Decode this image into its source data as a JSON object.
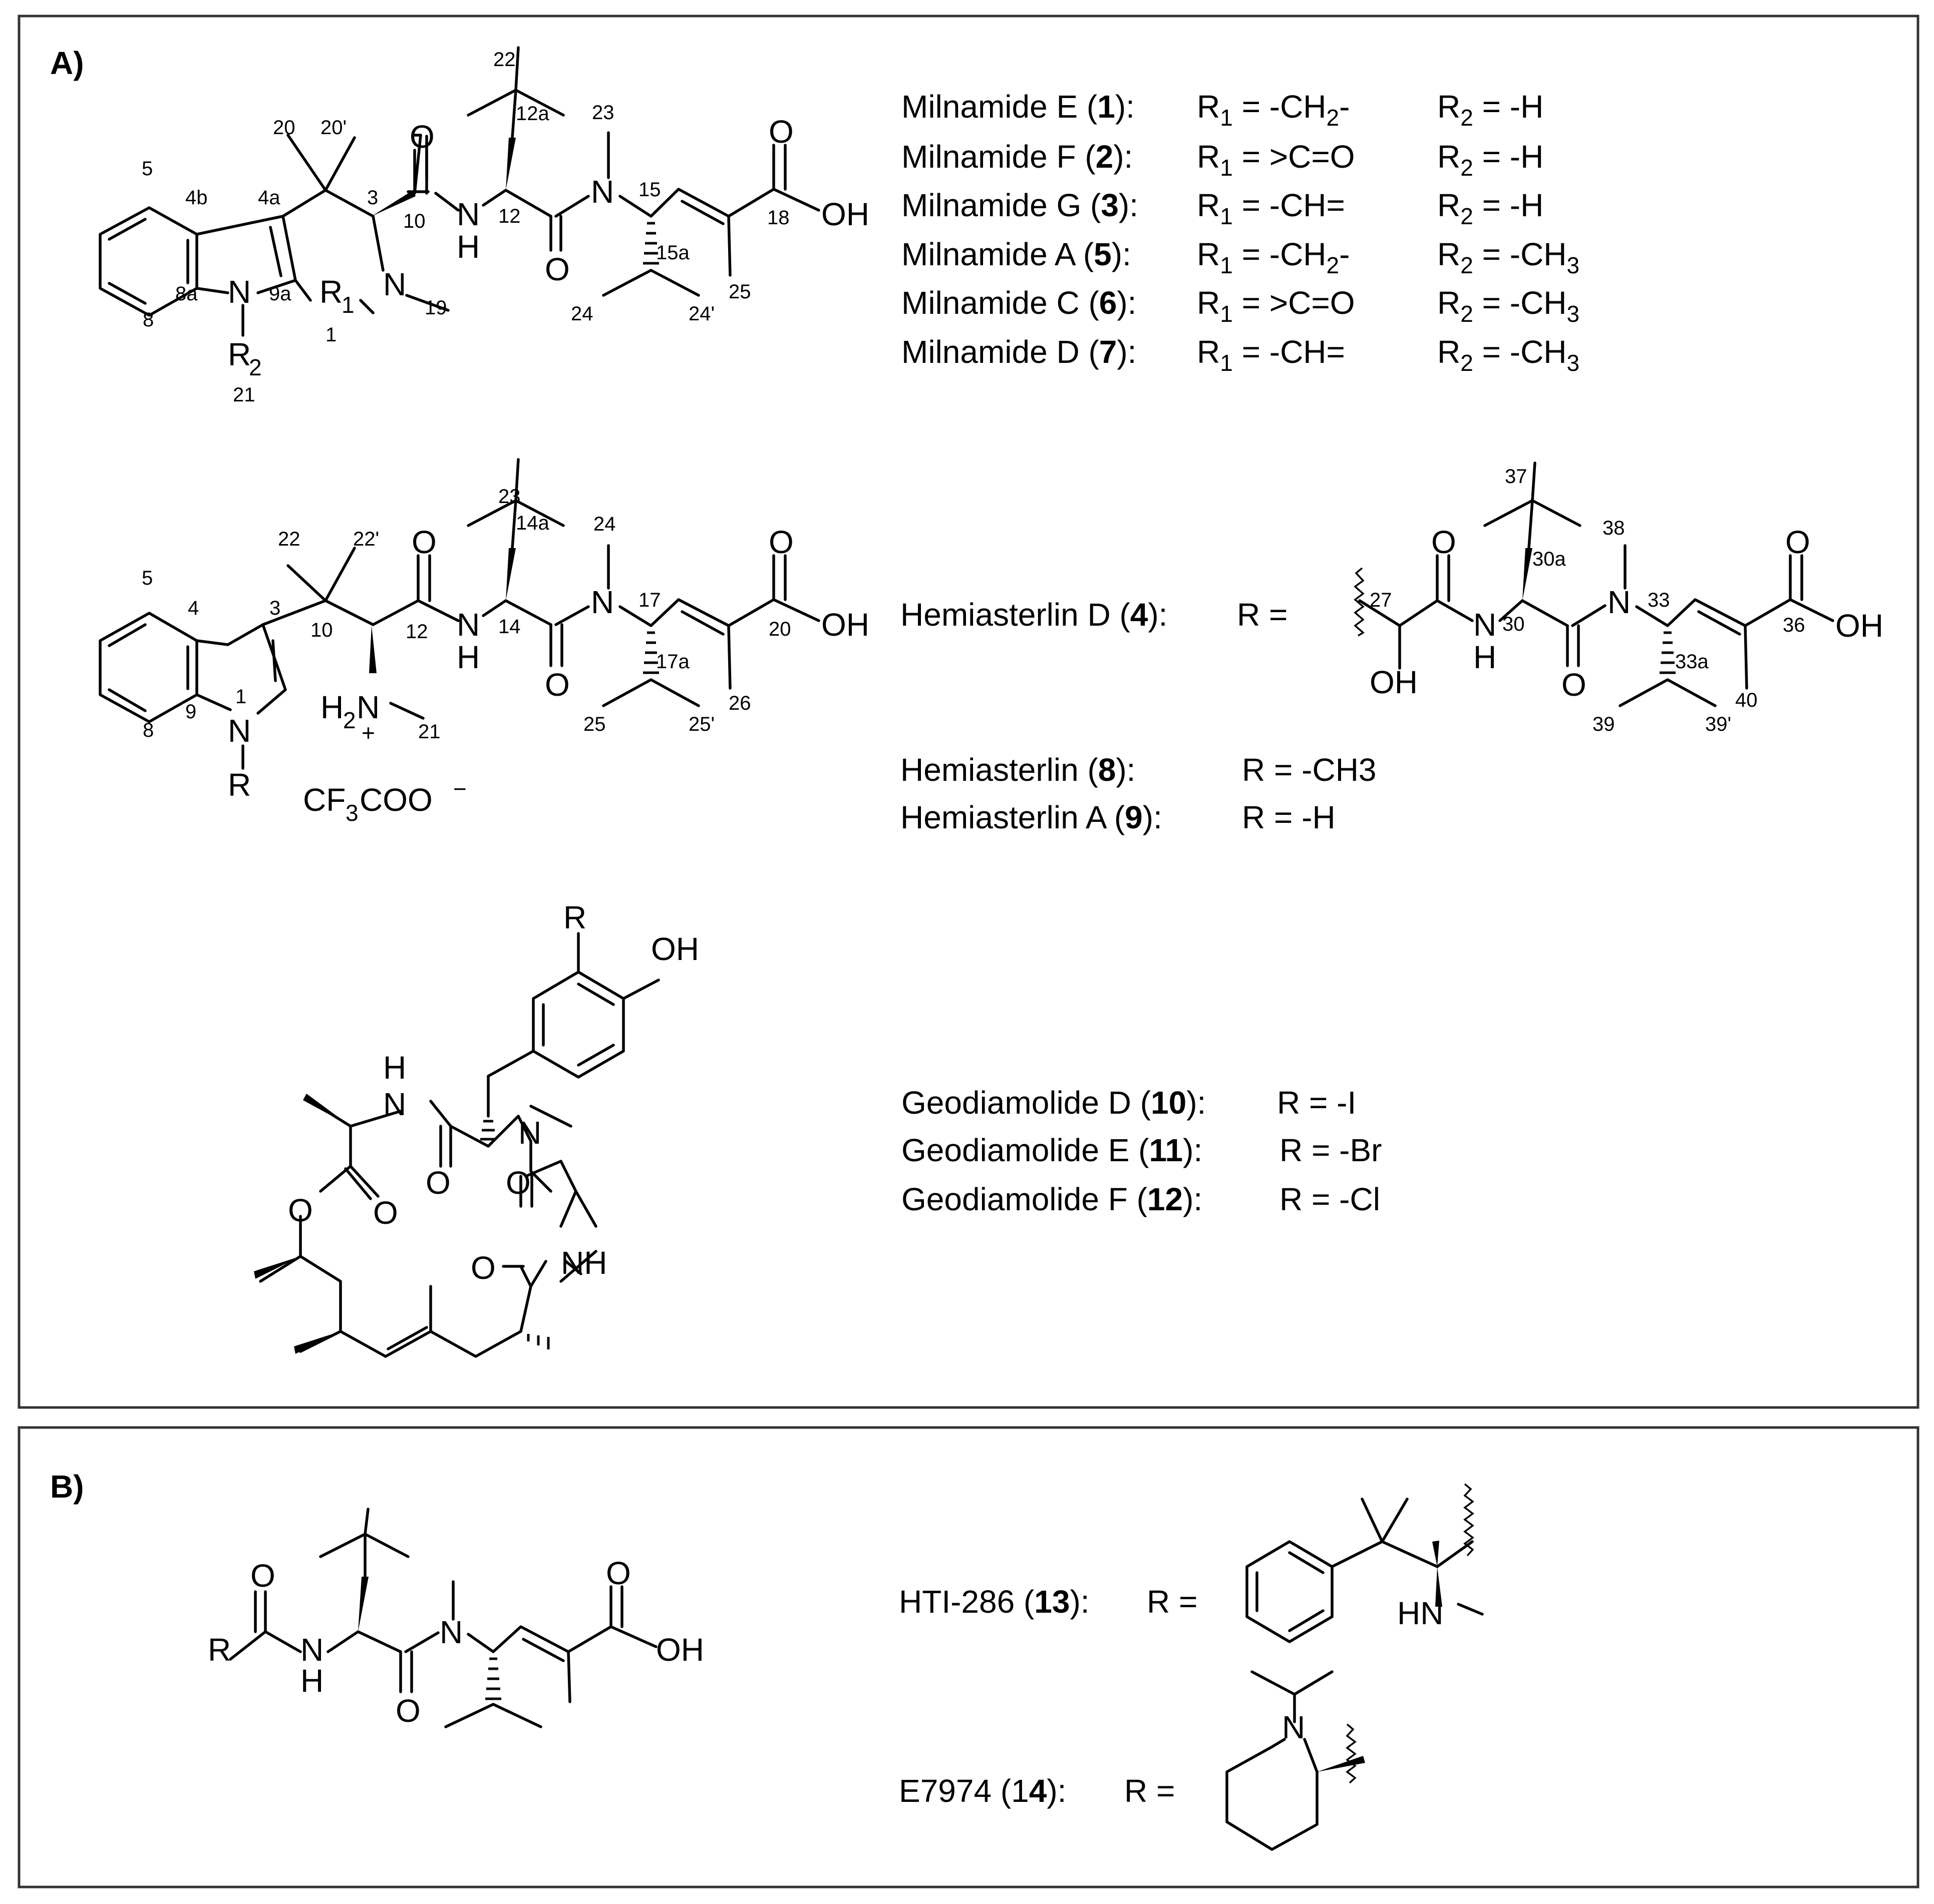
{
  "panel_a": {
    "label": "A)",
    "milnamide_core": {
      "atom_labels": {
        "N_indole": "N",
        "N_methyl": "N",
        "NH": "N",
        "NH_h": "H",
        "N_amide": "N",
        "O_amide1": "O",
        "O_amide2": "O",
        "O_acid": "O",
        "OH": "OH",
        "R1": "R",
        "R1_sub": "1",
        "R2": "R",
        "R2_sub": "2"
      },
      "numbering": [
        "5",
        "4b",
        "4a",
        "20",
        "20'",
        "3",
        "10",
        "22",
        "12a",
        "12",
        "23",
        "15",
        "18",
        "15a",
        "25",
        "24",
        "24'",
        "8a",
        "9a",
        "8",
        "1",
        "19",
        "21"
      ]
    },
    "milnamide_list": [
      {
        "name": "Milnamide E (",
        "num": "1",
        "tail": "):",
        "r1": "R",
        "r1_sub": "1",
        "r1_val": " = -CH",
        "r1_val_sub": "2",
        "r1_val_tail": "-",
        "r2": "R",
        "r2_sub": "2",
        "r2_val": " = -H",
        "r2_val_sub": "",
        "r2_val_tail": ""
      },
      {
        "name": "Milnamide F (",
        "num": "2",
        "tail": "):",
        "r1": "R",
        "r1_sub": "1",
        "r1_val": " = >C=O",
        "r1_val_sub": "",
        "r1_val_tail": "",
        "r2": "R",
        "r2_sub": "2",
        "r2_val": " = -H",
        "r2_val_sub": "",
        "r2_val_tail": ""
      },
      {
        "name": "Milnamide G (",
        "num": "3",
        "tail": "):",
        "r1": "R",
        "r1_sub": "1",
        "r1_val": " = -CH=",
        "r1_val_sub": "",
        "r1_val_tail": "",
        "r2": "R",
        "r2_sub": "2",
        "r2_val": " = -H",
        "r2_val_sub": "",
        "r2_val_tail": ""
      },
      {
        "name": "Milnamide A (",
        "num": "5",
        "tail": "):",
        "r1": "R",
        "r1_sub": "1",
        "r1_val": " = -CH",
        "r1_val_sub": "2",
        "r1_val_tail": "-",
        "r2": "R",
        "r2_sub": "2",
        "r2_val": " = -CH",
        "r2_val_sub": "3",
        "r2_val_tail": ""
      },
      {
        "name": "Milnamide C (",
        "num": "6",
        "tail": "):",
        "r1": "R",
        "r1_sub": "1",
        "r1_val": " = >C=O",
        "r1_val_sub": "",
        "r1_val_tail": "",
        "r2": "R",
        "r2_sub": "2",
        "r2_val": " = -CH",
        "r2_val_sub": "3",
        "r2_val_tail": ""
      },
      {
        "name": "Milnamide D (",
        "num": "7",
        "tail": "):",
        "r1": "R",
        "r1_sub": "1",
        "r1_val": " = -CH=",
        "r1_val_sub": "",
        "r1_val_tail": "",
        "r2": "R",
        "r2_sub": "2",
        "r2_val": " = -CH",
        "r2_val_sub": "3",
        "r2_val_tail": ""
      }
    ],
    "hemiasterlin_core": {
      "atom_labels": {
        "N_indole": "N",
        "R": "R",
        "H2N": "H",
        "H2N_sub": "2",
        "H2N_N": "N",
        "plus": "+",
        "NH": "N",
        "NH_h": "H",
        "N_amide": "N",
        "O_amide1": "O",
        "O_amide2": "O",
        "O_acid": "O",
        "OH": "OH"
      },
      "counterion": {
        "cf": "CF",
        "cf_sub": "3",
        "coo": "COO",
        "charge": "−"
      },
      "numbering": [
        "5",
        "4",
        "3",
        "22",
        "22'",
        "10",
        "12",
        "23",
        "14a",
        "14",
        "24",
        "17",
        "20",
        "17a",
        "26",
        "25",
        "25'",
        "1",
        "9",
        "8",
        "21"
      ]
    },
    "hemiasterlin_d": {
      "name": "Hemiasterlin D (",
      "num": "4",
      "tail": "):",
      "r_eq": "R =",
      "atom_labels": {
        "O1": "O",
        "OH": "OH",
        "NH": "N",
        "NH_h": "H",
        "O2": "O",
        "N": "N",
        "O_acid": "O",
        "OH_acid": "OH"
      },
      "numbering": [
        "37",
        "30a",
        "38",
        "27",
        "30",
        "33",
        "36",
        "33a",
        "40",
        "39",
        "39'"
      ]
    },
    "hemiasterlin_list": [
      {
        "name": "Hemiasterlin (",
        "num": "8",
        "tail": "):",
        "r_val": "R = -CH3"
      },
      {
        "name": "Hemiasterlin A (",
        "num": "9",
        "tail": "):",
        "r_val": "R = -H"
      }
    ],
    "geodiamolide_core": {
      "atom_labels": {
        "R": "R",
        "OH": "OH",
        "NH_top_h": "H",
        "NH_top_n": "N",
        "N_methyl": "N",
        "O_ring": "O",
        "O_ester": "O",
        "O_amide1": "O",
        "O_amide2": "O",
        "O_amide3": "O",
        "NH_bottom": "NH"
      }
    },
    "geodiamolide_list": [
      {
        "name": "Geodiamolide D (",
        "num": "10",
        "tail": "):",
        "r_val": "R = -I"
      },
      {
        "name": "Geodiamolide E (",
        "num": "11",
        "tail": "):",
        "r_val": "R = -Br"
      },
      {
        "name": "Geodiamolide F (",
        "num": "12",
        "tail": "):",
        "r_val": "R = -Cl"
      }
    ]
  },
  "panel_b": {
    "label": "B)",
    "core": {
      "atom_labels": {
        "R": "R",
        "O1": "O",
        "NH_n": "N",
        "NH_h": "H",
        "N": "N",
        "O2": "O",
        "O_acid": "O",
        "OH": "OH"
      }
    },
    "hti286": {
      "name": "HTI-286 (",
      "num": "13",
      "tail": "):",
      "r_eq": "R =",
      "nh": "HN"
    },
    "e7974": {
      "name": "E7974 (1",
      "num": "4",
      "tail": "):",
      "r_eq": "R =",
      "n": "N"
    }
  }
}
